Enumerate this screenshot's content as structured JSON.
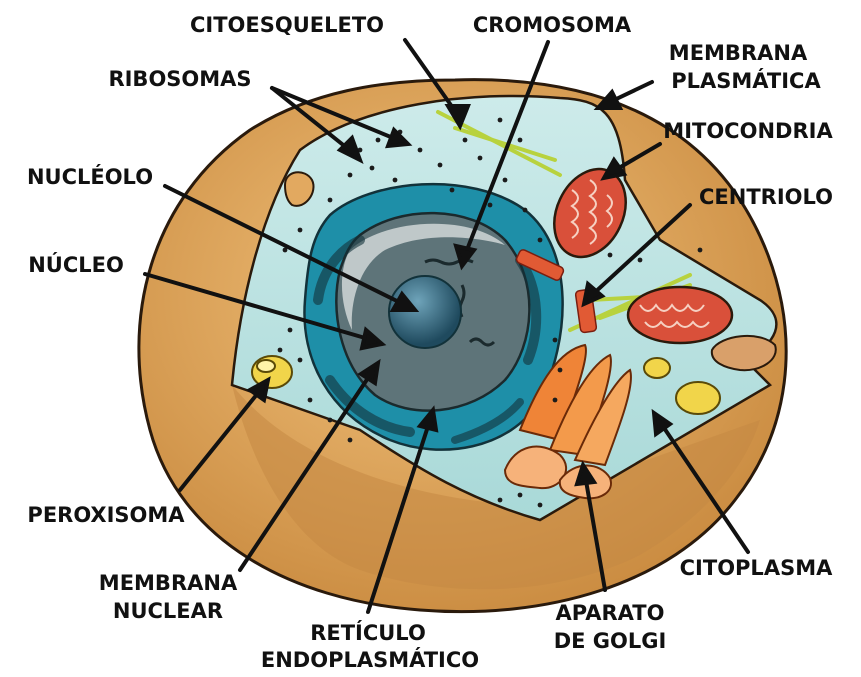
{
  "labels": {
    "citoesqueleto": "CITOESQUELETO",
    "cromosoma": "CROMOSOMA",
    "membrana_plasmatica_1": "MEMBRANA",
    "membrana_plasmatica_2": "PLASMÁTICA",
    "ribosomas": "RIBOSOMAS",
    "mitocondria": "MITOCONDRIA",
    "nucleolo": "NUCLÉOLO",
    "centriolo": "CENTRIOLO",
    "nucleo": "NÚCLEO",
    "peroxisoma": "PEROXISOMA",
    "membrana_nuclear_1": "MEMBRANA",
    "membrana_nuclear_2": "NUCLEAR",
    "reticulo_1": "RETÍCULO",
    "reticulo_2": "ENDOPLASMÁTICO",
    "aparato_1": "APARATO",
    "aparato_2": "DE GOLGI",
    "citoplasma": "CITOPLASMA"
  },
  "colors": {
    "cell_body": "#E2A960",
    "cell_inner": "#C98F4C",
    "cytoplasm": "#BFE3E2",
    "nucleus_outer": "#1E8FA8",
    "nucleus_inner": "#5E7479",
    "nucleolus": "#2B5C72",
    "mitochondria": "#D9503A",
    "golgi": "#EF8437",
    "peroxisome": "#F1D54A",
    "cytoskeleton": "#B8D23E"
  }
}
